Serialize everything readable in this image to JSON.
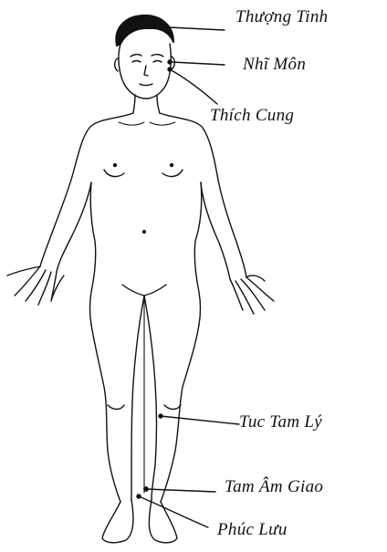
{
  "points": [
    {
      "label": "Thượng Tinh"
    },
    {
      "label": "Nhĩ Môn"
    },
    {
      "label": "Thích Cung"
    },
    {
      "label": "Tuc Tam Lý"
    },
    {
      "label": "Tam Âm Giao"
    },
    {
      "label": "Phúc Lưu"
    }
  ],
  "colors": {
    "ink": "#111111",
    "paper": "#ffffff"
  }
}
